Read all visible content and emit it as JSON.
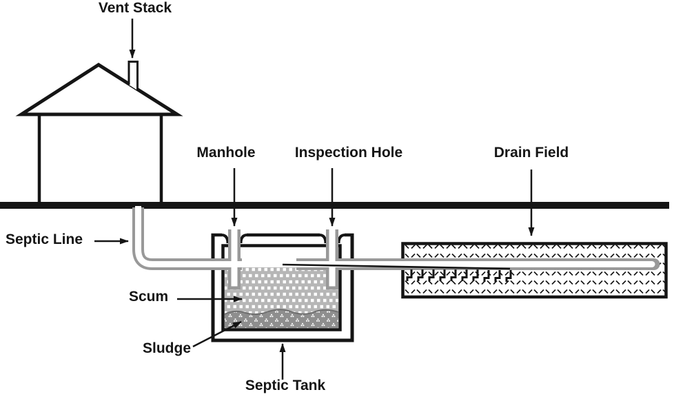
{
  "diagram": {
    "subject": "Septic system cross-section",
    "labels": {
      "vent_stack": "Vent Stack",
      "manhole": "Manhole",
      "inspection_hole": "Inspection Hole",
      "drain_field": "Drain Field",
      "septic_line": "Septic Line",
      "scum": "Scum",
      "sludge": "Sludge",
      "septic_tank": "Septic Tank"
    },
    "colors": {
      "line": "#151515",
      "pipe_gray": "#999999",
      "scum_base": "#b6b6b6",
      "sludge_base": "#8e8e8e",
      "background": "#ffffff"
    }
  }
}
